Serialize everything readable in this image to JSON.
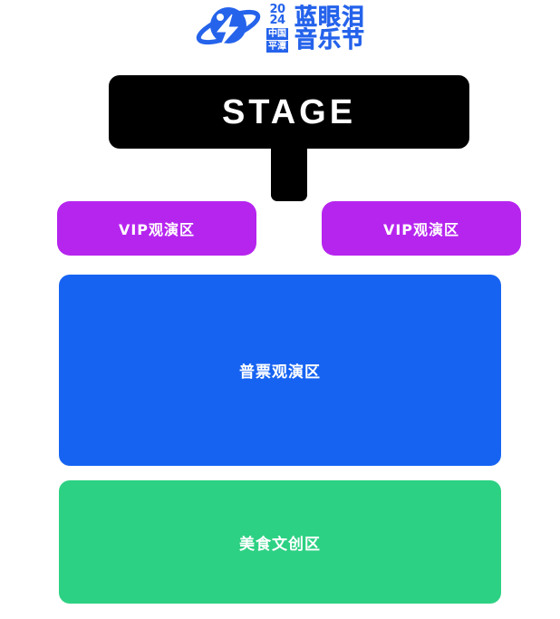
{
  "header": {
    "logo_icon": "planet-lightning-icon",
    "year_top": "20",
    "year_bottom": "24",
    "place_line1": "中国",
    "place_line2": "平潭",
    "title_line1": "蓝眼泪",
    "title_line2": "音乐节",
    "brand_color": "#2563EB"
  },
  "map": {
    "stage": {
      "label": "STAGE",
      "color": "#000000",
      "text_color": "#FFFFFF"
    },
    "zones": [
      {
        "id": "vip-left",
        "label": "VIP观演区",
        "color": "#B625EE",
        "text_color": "#FFFFFF"
      },
      {
        "id": "vip-right",
        "label": "VIP观演区",
        "color": "#B625EE",
        "text_color": "#FFFFFF"
      },
      {
        "id": "general-admission",
        "label": "普票观演区",
        "color": "#1663F2",
        "text_color": "#FFFFFF"
      },
      {
        "id": "food-culture",
        "label": "美食文创区",
        "color": "#2DD183",
        "text_color": "#FFFFFF"
      }
    ]
  }
}
